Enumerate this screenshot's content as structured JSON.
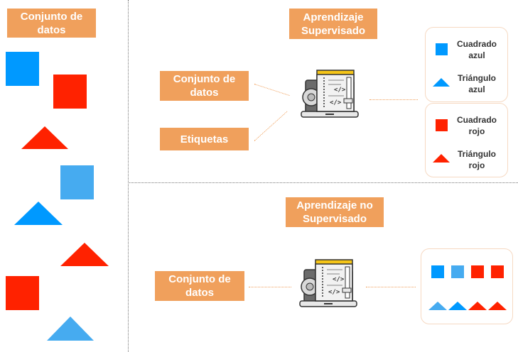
{
  "left": {
    "label": "Conjunto de\ndatos"
  },
  "supervised": {
    "title": "Aprendizaje\nSupervisado",
    "dataset_label": "Conjunto de\ndatos",
    "labels_label": "Etiquetas",
    "classes": [
      {
        "label": "Cuadrado\nazul"
      },
      {
        "label": "Triángulo\nazul"
      },
      {
        "label": "Cuadrado\nrojo"
      },
      {
        "label": "Triángulo\nrojo"
      }
    ]
  },
  "unsupervised": {
    "title": "Aprendizaje no\nSupervisado",
    "dataset_label": "Conjunto de\ndatos"
  },
  "colors": {
    "orange": "#F0A05C",
    "blue": "#0099FF",
    "lightblue": "#46ABF0",
    "red": "#FF2200"
  }
}
